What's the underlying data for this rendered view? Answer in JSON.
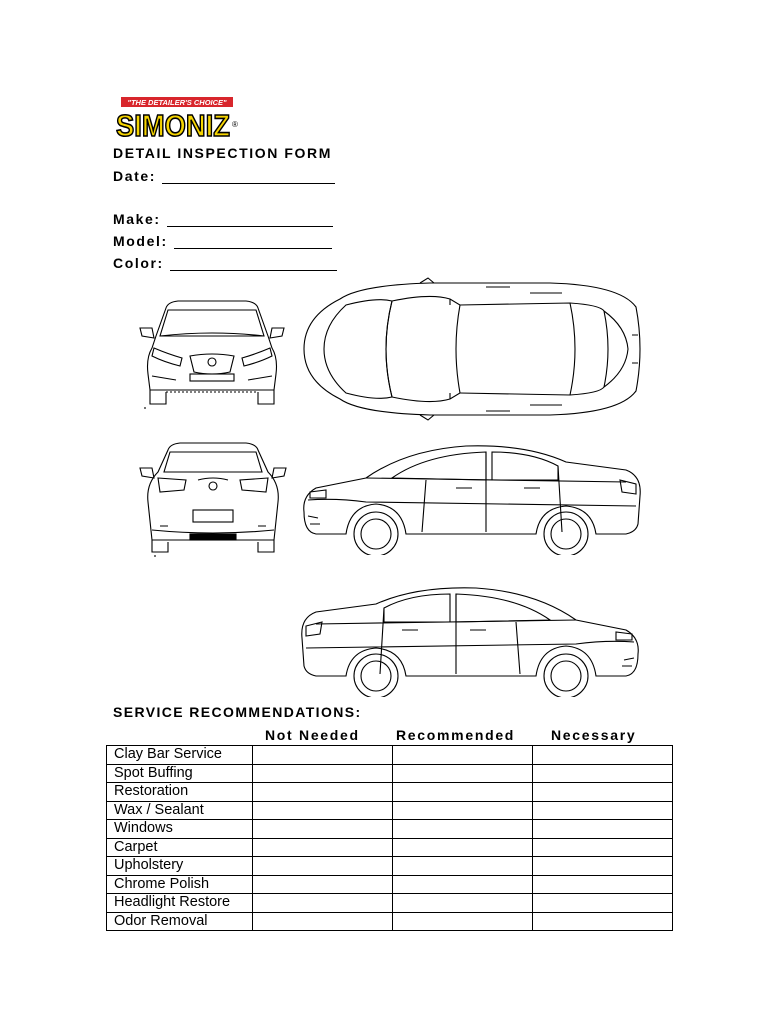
{
  "logo": {
    "tagline": "\"THE DETAILER'S CHOICE\"",
    "brand": "SIMONIZ",
    "registered": "®"
  },
  "form": {
    "title": "DETAIL INSPECTION FORM",
    "fields": [
      {
        "label": "Date:",
        "value": ""
      },
      {
        "label": "Make:",
        "value": ""
      },
      {
        "label": "Model:",
        "value": ""
      },
      {
        "label": "Color:",
        "value": ""
      }
    ]
  },
  "diagrams": {
    "views": [
      "front-view",
      "top-view",
      "rear-view",
      "left-side-view",
      "right-side-view"
    ]
  },
  "services": {
    "title": "SERVICE RECOMMENDATIONS:",
    "columns": [
      "Not Needed",
      "Recommended",
      "Necessary"
    ],
    "rows": [
      "Clay Bar Service",
      "Spot Buffing",
      "Restoration",
      "Wax / Sealant",
      "Windows",
      "Carpet",
      "Upholstery",
      "Chrome Polish",
      "Headlight Restore",
      "Odor Removal"
    ]
  }
}
